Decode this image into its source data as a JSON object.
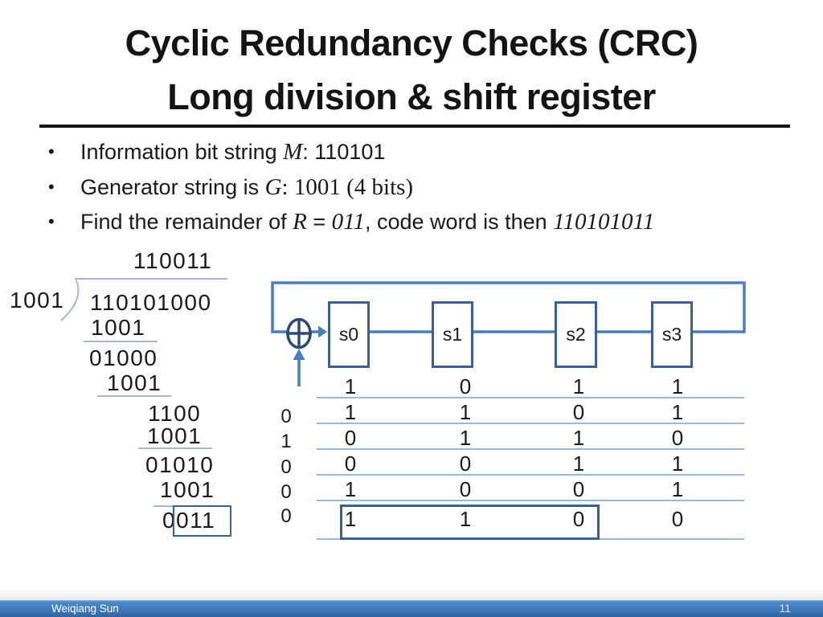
{
  "slide": {
    "title_line1": "Cyclic Redundancy Checks (CRC)",
    "title_line2": "Long division & shift register",
    "bullet_char": "•"
  },
  "bullets": [
    {
      "segments": [
        {
          "t": "Information bit string "
        },
        {
          "t": "M"
        },
        {
          "t": ": 110101"
        }
      ]
    },
    {
      "segments": [
        {
          "t": "Generator string is "
        },
        {
          "t": "G"
        },
        {
          "t": ": "
        },
        {
          "t": "1001 (4 bits)"
        }
      ]
    },
    {
      "segments": [
        {
          "t": "Find the remainder of "
        },
        {
          "t": "R"
        },
        {
          "t": " = "
        },
        {
          "t": "011"
        },
        {
          "t": ", code word is then "
        },
        {
          "t": "110101011"
        }
      ]
    }
  ],
  "division": {
    "quotient": "110011",
    "divisor": "1001",
    "dividend": "110101000",
    "sub1": "1001",
    "rem1": "01000",
    "sub2": "1001",
    "rem2": "1100",
    "sub3": "1001",
    "rem3": "01010",
    "sub4": "1001",
    "remainder": "0011"
  },
  "diagram": {
    "registers": [
      "s0",
      "s1",
      "s2",
      "s3"
    ]
  },
  "register_table": {
    "input_bits": [
      "0",
      "1",
      "0",
      "0",
      "0"
    ],
    "rows": [
      [
        "1",
        "0",
        "1",
        "1"
      ],
      [
        "1",
        "1",
        "0",
        "1"
      ],
      [
        "0",
        "1",
        "1",
        "0"
      ],
      [
        "0",
        "0",
        "1",
        "1"
      ],
      [
        "1",
        "0",
        "0",
        "1"
      ],
      [
        "1",
        "1",
        "0",
        "0"
      ]
    ]
  },
  "footer": {
    "author": "Weiqiang Sun",
    "page_number": "11"
  },
  "colors": {
    "diagram_line": "#4a7ebb",
    "register_box_border": "#3a6191",
    "xor_symbol": "#2c4a77",
    "division_line": "#a8bac8",
    "table_line": "#9db8cf",
    "footer_blue": "#3f7bbc",
    "text": "#1a1a1a"
  }
}
